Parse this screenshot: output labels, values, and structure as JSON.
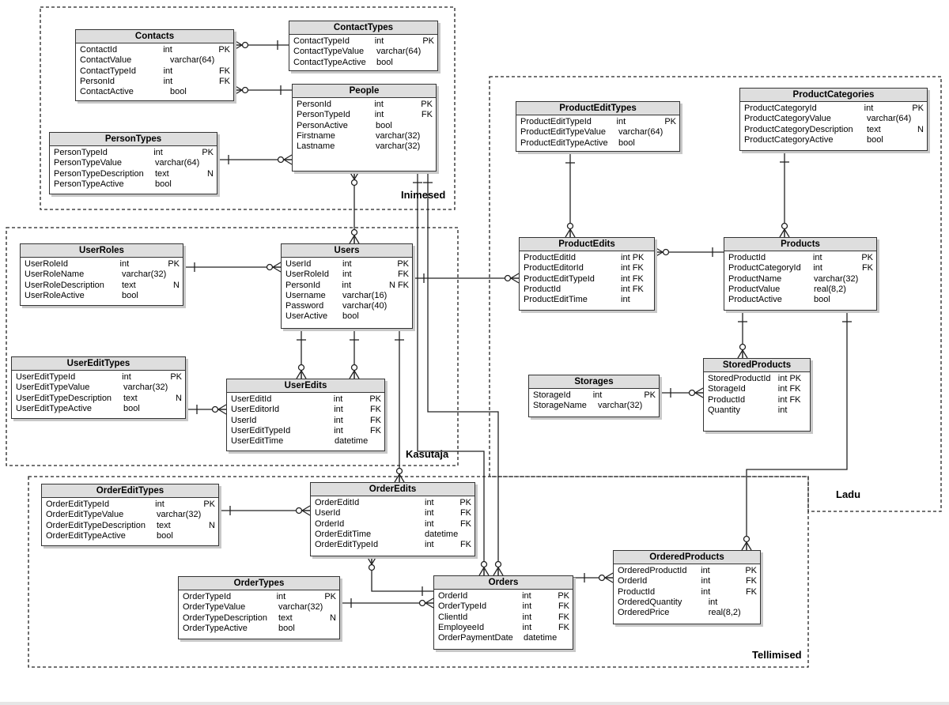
{
  "groups": {
    "inimesed": "Inimesed",
    "kasutaja": "Kasutaja",
    "ladu": "Ladu",
    "tellimised": "Tellimised"
  },
  "entities": {
    "contacts": {
      "title": "Contacts",
      "columns": [
        {
          "name": "ContactId",
          "type": "int",
          "key": "PK"
        },
        {
          "name": "ContactValue",
          "type": "varchar(64)",
          "key": ""
        },
        {
          "name": "ContactTypeId",
          "type": "int",
          "key": "FK"
        },
        {
          "name": "PersonId",
          "type": "int",
          "key": "FK"
        },
        {
          "name": "ContactActive",
          "type": "bool",
          "key": ""
        }
      ]
    },
    "contactTypes": {
      "title": "ContactTypes",
      "columns": [
        {
          "name": "ContactTypeId",
          "type": "int",
          "key": "PK"
        },
        {
          "name": "ContactTypeValue",
          "type": "varchar(64)",
          "key": ""
        },
        {
          "name": "ContactTypeActive",
          "type": "bool",
          "key": ""
        }
      ]
    },
    "people": {
      "title": "People",
      "columns": [
        {
          "name": "PersonId",
          "type": "int",
          "key": "PK"
        },
        {
          "name": "PersonTypeId",
          "type": "int",
          "key": "FK"
        },
        {
          "name": "PersonActive",
          "type": "bool",
          "key": ""
        },
        {
          "name": "Firstname",
          "type": "varchar(32)",
          "key": ""
        },
        {
          "name": "Lastname",
          "type": "varchar(32)",
          "key": ""
        }
      ]
    },
    "personTypes": {
      "title": "PersonTypes",
      "columns": [
        {
          "name": "PersonTypeId",
          "type": "int",
          "key": "PK"
        },
        {
          "name": "PersonTypeValue",
          "type": "varchar(64)",
          "key": ""
        },
        {
          "name": "PersonTypeDescription",
          "type": "text",
          "key": "N"
        },
        {
          "name": "PersonTypeActive",
          "type": "bool",
          "key": ""
        }
      ]
    },
    "userRoles": {
      "title": "UserRoles",
      "columns": [
        {
          "name": "UserRoleId",
          "type": "int",
          "key": "PK"
        },
        {
          "name": "UserRoleName",
          "type": "varchar(32)",
          "key": ""
        },
        {
          "name": "UserRoleDescription",
          "type": "text",
          "key": "N"
        },
        {
          "name": "UserRoleActive",
          "type": "bool",
          "key": ""
        }
      ]
    },
    "users": {
      "title": "Users",
      "columns": [
        {
          "name": "UserId",
          "type": "int",
          "key": "PK"
        },
        {
          "name": "UserRoleId",
          "type": "int",
          "key": "FK"
        },
        {
          "name": "PersonId",
          "type": "int",
          "key": "N FK"
        },
        {
          "name": "Username",
          "type": "varchar(16)",
          "key": ""
        },
        {
          "name": "Password",
          "type": "varchar(40)",
          "key": ""
        },
        {
          "name": "UserActive",
          "type": "bool",
          "key": ""
        }
      ]
    },
    "userEditTypes": {
      "title": "UserEditTypes",
      "columns": [
        {
          "name": "UserEditTypeId",
          "type": "int",
          "key": "PK"
        },
        {
          "name": "UserEditTypeValue",
          "type": "varchar(32)",
          "key": ""
        },
        {
          "name": "UserEditTypeDescription",
          "type": "text",
          "key": "N"
        },
        {
          "name": "UserEditTypeActive",
          "type": "bool",
          "key": ""
        }
      ]
    },
    "userEdits": {
      "title": "UserEdits",
      "columns": [
        {
          "name": "UserEditId",
          "type": "int",
          "key": "PK"
        },
        {
          "name": "UserEditorId",
          "type": "int",
          "key": "FK"
        },
        {
          "name": "UserId",
          "type": "int",
          "key": "FK"
        },
        {
          "name": "UserEditTypeId",
          "type": "int",
          "key": "FK"
        },
        {
          "name": "UserEditTime",
          "type": "datetime",
          "key": ""
        }
      ]
    },
    "productEditTypes": {
      "title": "ProductEditTypes",
      "columns": [
        {
          "name": "ProductEditTypeId",
          "type": "int",
          "key": "PK"
        },
        {
          "name": "ProductEditTypeValue",
          "type": "varchar(64)",
          "key": ""
        },
        {
          "name": "ProductEditTypeActive",
          "type": "bool",
          "key": ""
        }
      ]
    },
    "productCategories": {
      "title": "ProductCategories",
      "columns": [
        {
          "name": "ProductCategoryId",
          "type": "int",
          "key": "PK"
        },
        {
          "name": "ProductCategoryValue",
          "type": "varchar(64)",
          "key": ""
        },
        {
          "name": "ProductCategoryDescription",
          "type": "text",
          "key": "N"
        },
        {
          "name": "ProductCategoryActive",
          "type": "bool",
          "key": ""
        }
      ]
    },
    "productEdits": {
      "title": "ProductEdits",
      "columns": [
        {
          "name": "ProductEditId",
          "type": "int PK",
          "key": ""
        },
        {
          "name": "ProductEditorId",
          "type": "int FK",
          "key": ""
        },
        {
          "name": "ProductEditTypeId",
          "type": "int FK",
          "key": ""
        },
        {
          "name": "ProductId",
          "type": "int FK",
          "key": ""
        },
        {
          "name": "ProductEditTime",
          "type": "int",
          "key": ""
        }
      ]
    },
    "products": {
      "title": "Products",
      "columns": [
        {
          "name": "ProductId",
          "type": "int",
          "key": "PK"
        },
        {
          "name": "ProductCategoryId",
          "type": "int",
          "key": "FK"
        },
        {
          "name": "ProductName",
          "type": "varchar(32)",
          "key": ""
        },
        {
          "name": "ProductValue",
          "type": "real(8,2)",
          "key": ""
        },
        {
          "name": "ProductActive",
          "type": "bool",
          "key": ""
        }
      ]
    },
    "storages": {
      "title": "Storages",
      "columns": [
        {
          "name": "StorageId",
          "type": "int",
          "key": "PK"
        },
        {
          "name": "StorageName",
          "type": "varchar(32)",
          "key": ""
        }
      ]
    },
    "storedProducts": {
      "title": "StoredProducts",
      "columns": [
        {
          "name": "StoredProductId",
          "type": "int PK",
          "key": ""
        },
        {
          "name": "StorageId",
          "type": "int FK",
          "key": ""
        },
        {
          "name": "ProductId",
          "type": "int FK",
          "key": ""
        },
        {
          "name": "Quantity",
          "type": "int",
          "key": ""
        }
      ]
    },
    "orderEditTypes": {
      "title": "OrderEditTypes",
      "columns": [
        {
          "name": "OrderEditTypeId",
          "type": "int",
          "key": "PK"
        },
        {
          "name": "OrderEditTypeValue",
          "type": "varchar(32)",
          "key": ""
        },
        {
          "name": "OrderEditTypeDescription",
          "type": "text",
          "key": "N"
        },
        {
          "name": "OrderEditTypeActive",
          "type": "bool",
          "key": ""
        }
      ]
    },
    "orderEdits": {
      "title": "OrderEdits",
      "columns": [
        {
          "name": "OrderEditId",
          "type": "int",
          "key": "PK"
        },
        {
          "name": "UserId",
          "type": "int",
          "key": "FK"
        },
        {
          "name": "OrderId",
          "type": "int",
          "key": "FK"
        },
        {
          "name": "OrderEditTime",
          "type": "datetime",
          "key": ""
        },
        {
          "name": "OrderEditTypeId",
          "type": "int",
          "key": "FK"
        }
      ]
    },
    "orderTypes": {
      "title": "OrderTypes",
      "columns": [
        {
          "name": "OrderTypeId",
          "type": "int",
          "key": "PK"
        },
        {
          "name": "OrderTypeValue",
          "type": "varchar(32)",
          "key": ""
        },
        {
          "name": "OrderTypeDescription",
          "type": "text",
          "key": "N"
        },
        {
          "name": "OrderTypeActive",
          "type": "bool",
          "key": ""
        }
      ]
    },
    "orders": {
      "title": "Orders",
      "columns": [
        {
          "name": "OrderId",
          "type": "int",
          "key": "PK"
        },
        {
          "name": "OrderTypeId",
          "type": "int",
          "key": "FK"
        },
        {
          "name": "ClientId",
          "type": "int",
          "key": "FK"
        },
        {
          "name": "EmployeeId",
          "type": "int",
          "key": "FK"
        },
        {
          "name": "OrderPaymentDate",
          "type": "datetime",
          "key": ""
        }
      ]
    },
    "orderedProducts": {
      "title": "OrderedProducts",
      "columns": [
        {
          "name": "OrderedProductId",
          "type": "int",
          "key": "PK"
        },
        {
          "name": "OrderId",
          "type": "int",
          "key": "FK"
        },
        {
          "name": "ProductId",
          "type": "int",
          "key": "FK"
        },
        {
          "name": "OrderedQuantity",
          "type": "int",
          "key": ""
        },
        {
          "name": "OrderedPrice",
          "type": "real(8,2)",
          "key": ""
        }
      ]
    }
  }
}
